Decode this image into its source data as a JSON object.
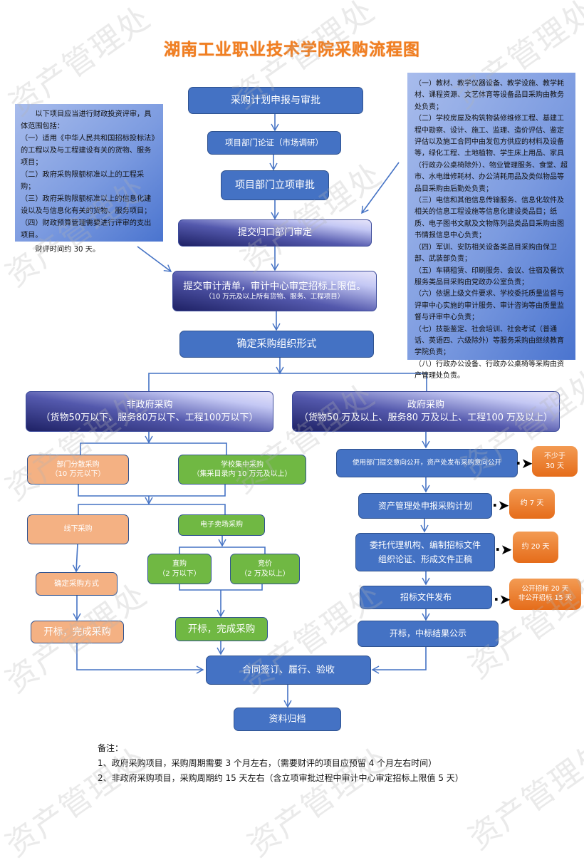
{
  "title": "湖南工业职业技术学院采购流程图",
  "watermark": "资产管理处",
  "left_panel": {
    "intro": "以下项目应当进行财政投资评审，具体范围包括：",
    "items": [
      "（一）适用《中华人民共和国招标投标法》的工程以及与工程建设有关的货物、服务项目；",
      "（二）政府采购限额标准以上的工程采购；",
      "（三）政府采购限额标准以上的信息化建设以及与信息化有关的货物、服务项目；",
      "（四）财政预算管理需要进行评审的支出项目。"
    ],
    "footer": "财评时间约 30 天。"
  },
  "right_panel": {
    "items": [
      "（一）教材、教学仪器设备、教学设施、教学耗材、课程资源、文艺体育等设备品目采购由教务处负责；",
      "（二）学校房屋及构筑物装修维修工程、基建工程中勘察、设计、施工、监理、造价评估、鉴定评估以及施工合同中由发包方供应的材料及设备等，绿化工程、土地植物、学生床上用品、家具（行政办公桌椅除外）、物业管理服务、食堂、超市、水电维修耗材、办公消耗用品及类似物品等品目采购由后勤处负责；",
      "（三）电信和其他信息传输服务、信息化软件及相关的信息工程设施等信息化建设类品目；纸质、电子图书文献及文物陈列品类品目采购由图书情报信息中心负责；",
      "（四）军训、安防相关设备类品目采购由保卫部、武装部负责；",
      "（五）车辆租赁、印刷服务、会议、住宿及餐饮服务类品目采购由党政办公室负责；",
      "（六）依据上级文件要求、学校委托质量监督与评审中心实施的审计服务、审计咨询等由质量监督与评审中心负责；",
      "（七）技能鉴定、社会培训、社会考试（普通话、英语四、六级除外）等服务采购由继续教育学院负责；",
      "（八）行政办公设备、行政办公桌椅等采购由资产管理处负责。"
    ]
  },
  "flow": {
    "step1": "采购计划申报与审批",
    "step2": "项目部门论证（市场调研）",
    "step3": "项目部门立项审批",
    "step4": "提交归口部门审定",
    "step5_main": "提交审计清单，审计中心审定招标上限值。",
    "step5_sub": "（10 万元及以上所有货物、服务、工程项目）",
    "step6": "确定采购组织形式",
    "non_gov": {
      "title": "非政府采购",
      "subtitle": "（货物50万以下、服务80万以下、工程100万以下）",
      "dept": {
        "title": "部门分散采购",
        "subtitle": "（10 万元以下）"
      },
      "school": {
        "title": "学校集中采购",
        "subtitle": "（集采目录内 10 万元及以上）"
      },
      "offline": "线下采购",
      "emall": "电子卖场采购",
      "direct": {
        "title": "直购",
        "subtitle": "（2 万以下）"
      },
      "bidding": {
        "title": "竞价",
        "subtitle": "（2 万及以上）"
      },
      "confirm_method": "确定采购方式",
      "finish_left": "开标，完成采购",
      "finish_right": "开标，完成采购"
    },
    "gov": {
      "title": "政府采购",
      "subtitle": "（货物50 万及以上、服务80 万及以上、工程100 万及以上）",
      "s1": "使用部门提交意向公开，资产处发布采购意向公开",
      "s2": "资产管理处申报采购计划",
      "s3_line1": "委托代理机构、编制招标文件",
      "s3_line2": "组织论证、形成文件正稿",
      "s4": "招标文件发布",
      "s5": "开标，中标结果公示",
      "t1_line1": "不少于",
      "t1_line2": "30 天",
      "t2": "约 7 天",
      "t3": "约 20 天",
      "t4_line1": "公开招标 20 天",
      "t4_line2": "非公开招标 15 天"
    },
    "contract": "合同签订、履行、验收",
    "archive": "资料归档"
  },
  "remarks": {
    "heading": "备注：",
    "lines": [
      "1、政府采购项目，采购周期需要 3 个月左右，（需要财评的项目应预留 4 个月左右时间）",
      "2、非政府采购项目，采购周期约 15 天左右（含立项审批过程中审计中心审定招标上限值 5 天）"
    ]
  },
  "colors": {
    "title": "#f07f22",
    "blue_box": "#4472c4",
    "peach_box": "#f4b183",
    "green_box": "#70b843",
    "orange_badge": "#e56c1a",
    "line": "#4472c4"
  }
}
